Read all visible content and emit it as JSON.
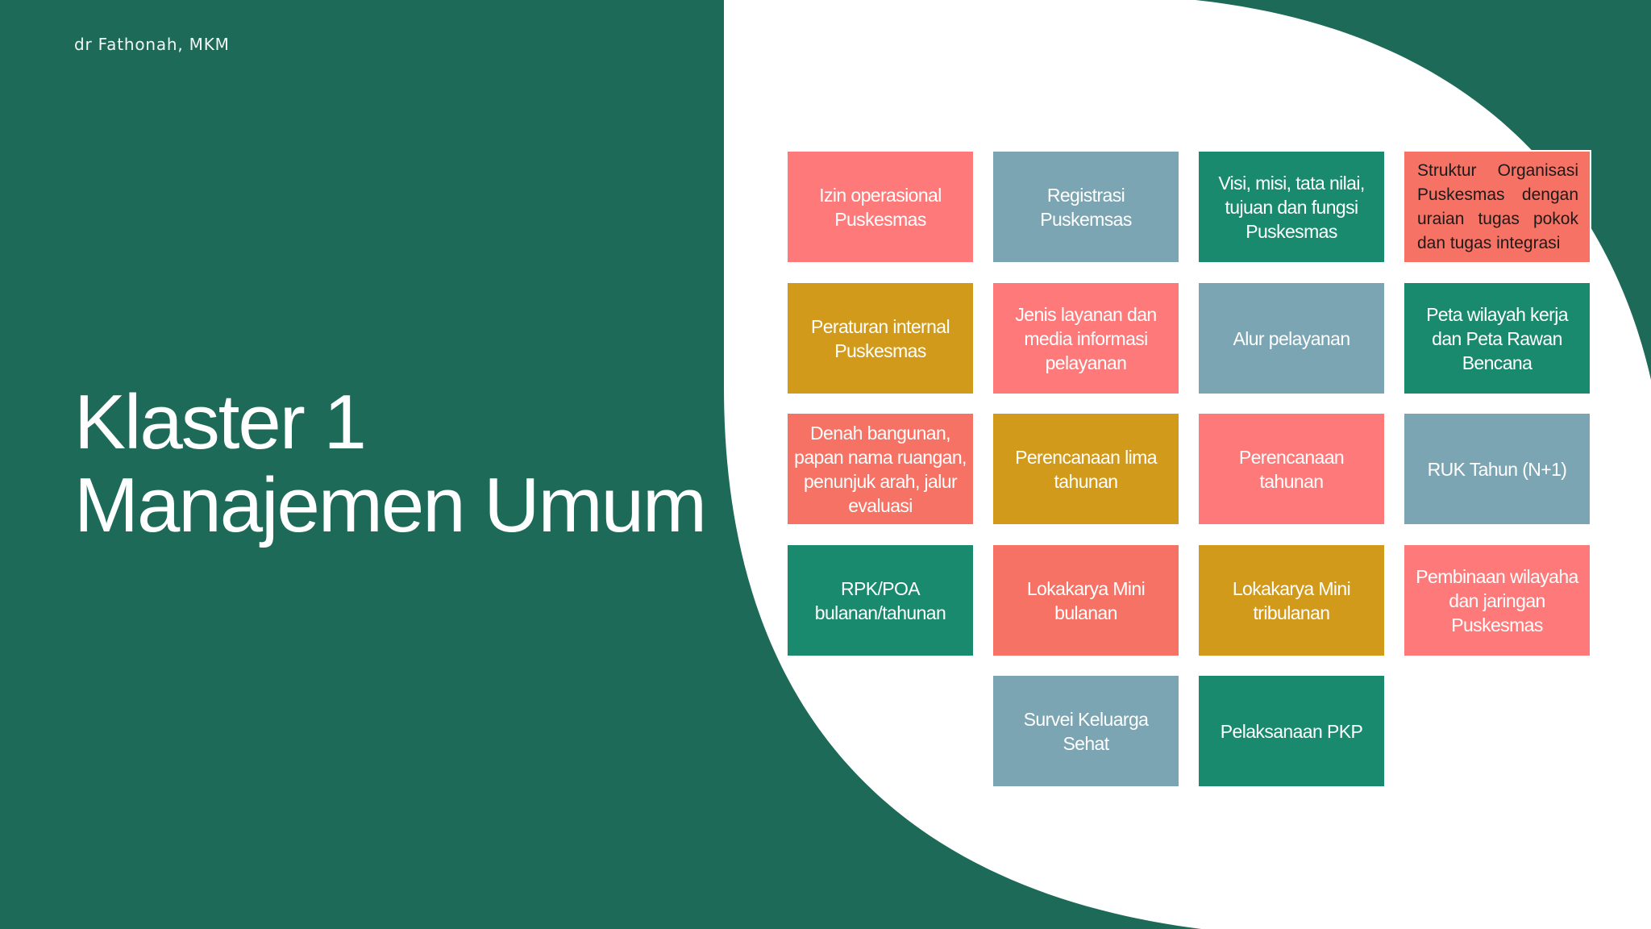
{
  "slide": {
    "author": "dr Fathonah, MKM",
    "title_line1": "Klaster 1",
    "title_line2": "Manajemen Umum",
    "colors": {
      "background_green": "#1D6A58",
      "panel_white": "#FFFFFF",
      "pink": "#FE7A7A",
      "coral": "#F67264",
      "gold": "#D19A1A",
      "teal": "#198A6E",
      "slate_blue": "#7BA5B2"
    }
  },
  "tiles": [
    {
      "label": "Izin operasional Puskesmas",
      "color": "#FE7A7A",
      "row": 0,
      "col": 0
    },
    {
      "label": "Registrasi Puskemsas",
      "color": "#7BA5B2",
      "row": 0,
      "col": 1
    },
    {
      "label": "Visi, misi, tata nilai, tujuan dan fungsi Puskesmas",
      "color": "#198A6E",
      "row": 0,
      "col": 2
    },
    {
      "label": "Struktur Organisasi Puskesmas dengan uraian tugas pokok dan tugas integrasi",
      "color": "#F67264",
      "row": 0,
      "col": 3
    },
    {
      "label": "Peraturan internal Puskesmas",
      "color": "#D19A1A",
      "row": 1,
      "col": 0
    },
    {
      "label": "Jenis layanan dan media informasi pelayanan",
      "color": "#FE7A7A",
      "row": 1,
      "col": 1
    },
    {
      "label": "Alur pelayanan",
      "color": "#7BA5B2",
      "row": 1,
      "col": 2
    },
    {
      "label": "Peta wilayah kerja dan Peta Rawan Bencana",
      "color": "#198A6E",
      "row": 1,
      "col": 3
    },
    {
      "label": "Denah bangunan, papan nama ruangan, penunjuk arah, jalur evaluasi",
      "color": "#F67264",
      "row": 2,
      "col": 0
    },
    {
      "label": "Perencanaan lima tahunan",
      "color": "#D19A1A",
      "row": 2,
      "col": 1
    },
    {
      "label": "Perencanaan tahunan",
      "color": "#FE7A7A",
      "row": 2,
      "col": 2
    },
    {
      "label": "RUK Tahun (N+1)",
      "color": "#7BA5B2",
      "row": 2,
      "col": 3
    },
    {
      "label": "RPK/POA bulanan/tahunan",
      "color": "#198A6E",
      "row": 3,
      "col": 0
    },
    {
      "label": "Lokakarya Mini bulanan",
      "color": "#F67264",
      "row": 3,
      "col": 1
    },
    {
      "label": "Lokakarya Mini tribulanan",
      "color": "#D19A1A",
      "row": 3,
      "col": 2
    },
    {
      "label": "Pembinaan wilayaha dan jaringan Puskesmas",
      "color": "#FE7A7A",
      "row": 3,
      "col": 3
    },
    {
      "label": "Survei Keluarga Sehat",
      "color": "#7BA5B2",
      "row": 4,
      "col": 1
    },
    {
      "label": "Pelaksanaan PKP",
      "color": "#198A6E",
      "row": 4,
      "col": 2
    }
  ]
}
